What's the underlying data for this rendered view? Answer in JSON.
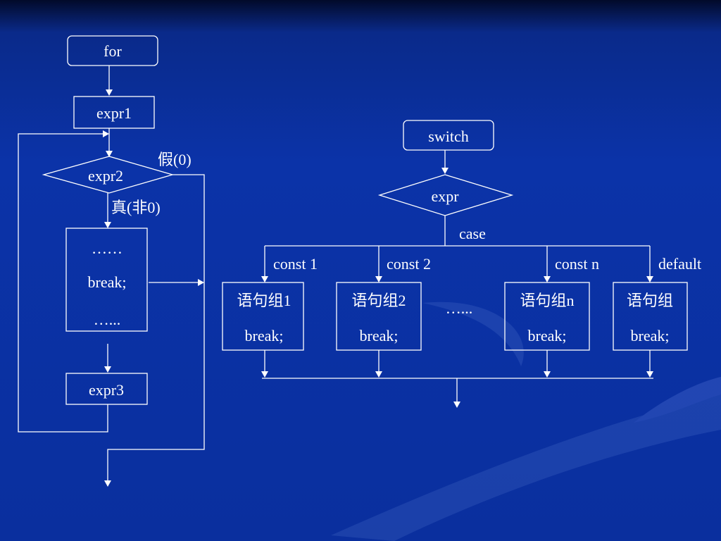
{
  "for_chart": {
    "start": "for",
    "init": "expr1",
    "condition": "expr2",
    "false_label": "假(0)",
    "true_label": "真(非0)",
    "body_top": "……",
    "body_break": "break;",
    "body_bottom": "…...",
    "step": "expr3"
  },
  "switch_chart": {
    "start": "switch",
    "expr": "expr",
    "case_label": "case",
    "ellipsis": "…...",
    "branches": [
      {
        "label": "const 1",
        "stmt": "语句组1",
        "brk": "break;"
      },
      {
        "label": "const 2",
        "stmt": "语句组2",
        "brk": "break;"
      },
      {
        "label": "const n",
        "stmt": "语句组n",
        "brk": "break;"
      },
      {
        "label": "default",
        "stmt": "语句组",
        "brk": "break;"
      }
    ]
  }
}
